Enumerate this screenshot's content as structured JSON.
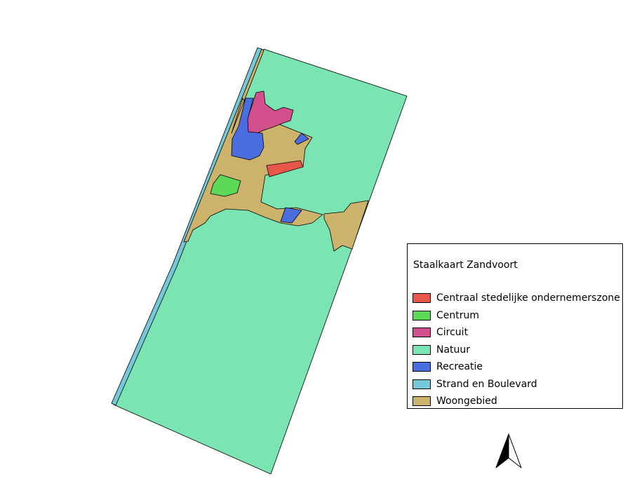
{
  "map": {
    "title": "Staalkaart Zandvoort",
    "colors": {
      "outline": "#000000"
    }
  },
  "legend": {
    "title": "Staalkaart Zandvoort",
    "items": [
      {
        "label": "Centraal stedelijke ondernemerszone",
        "color": "#e8574a"
      },
      {
        "label": "Centrum",
        "color": "#5dd957"
      },
      {
        "label": "Circuit",
        "color": "#d1508c"
      },
      {
        "label": "Natuur",
        "color": "#7ae5b2"
      },
      {
        "label": "Recreatie",
        "color": "#4a6ee0"
      },
      {
        "label": "Strand en Boulevard",
        "color": "#74c8d8"
      },
      {
        "label": "Woongebied",
        "color": "#cdb26c"
      }
    ]
  },
  "north_arrow": {
    "icon": "north-arrow-icon"
  }
}
